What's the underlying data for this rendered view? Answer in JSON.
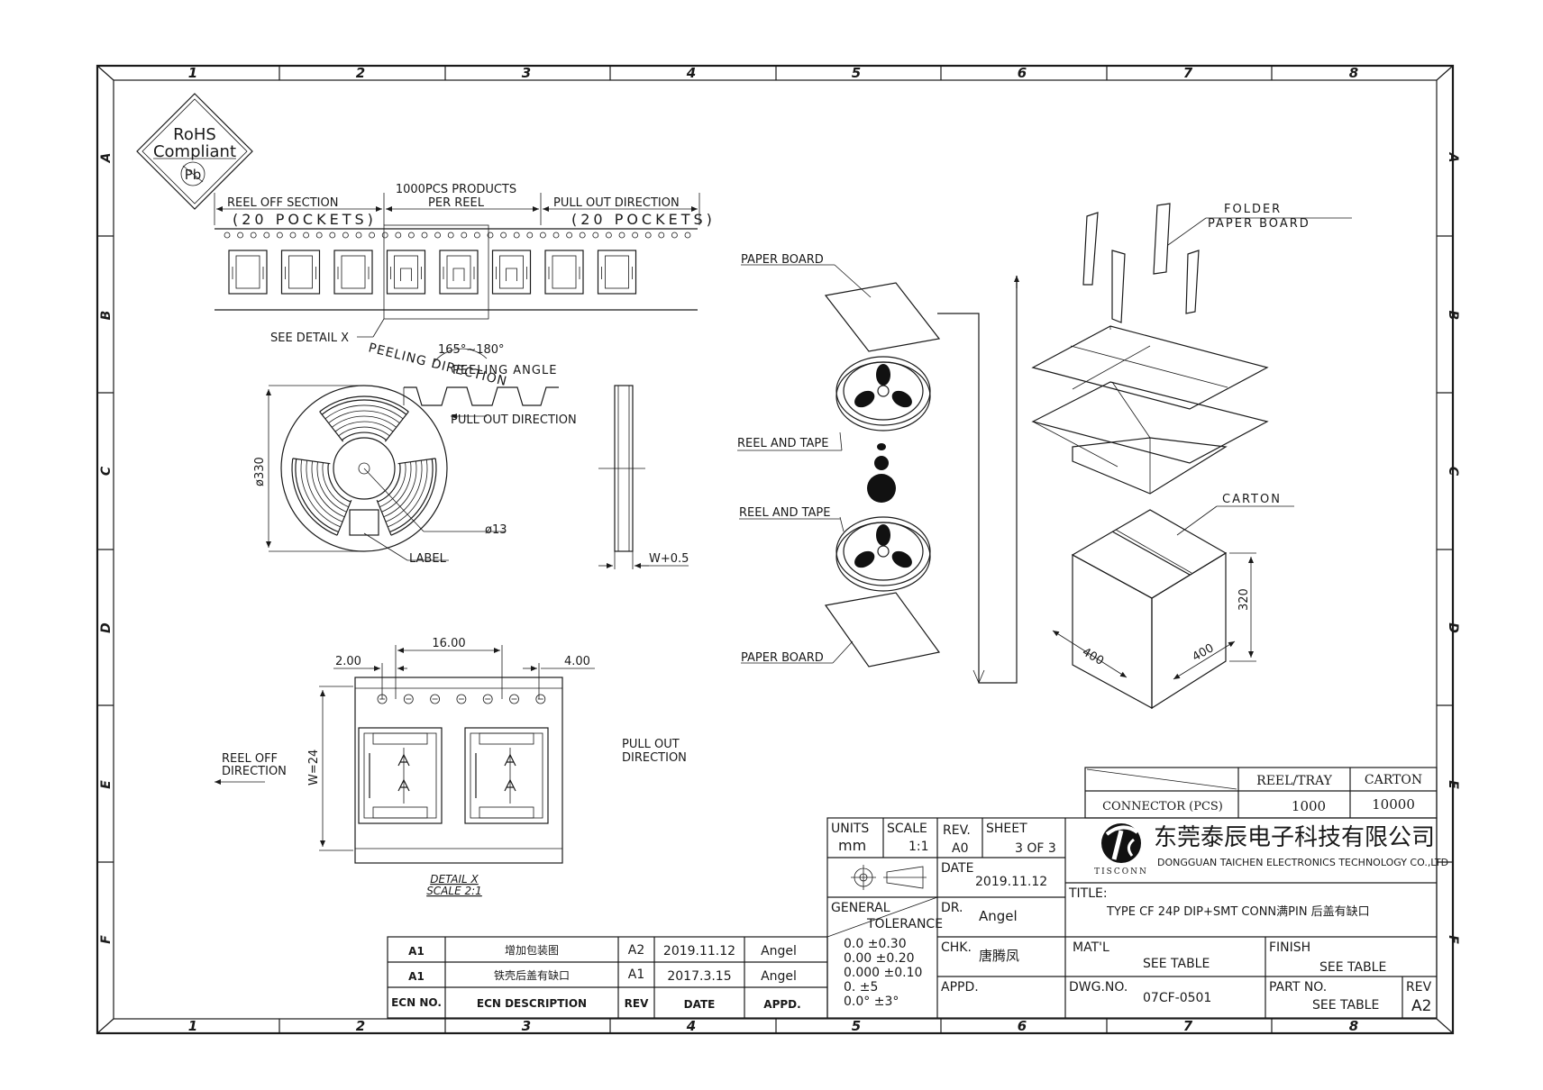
{
  "border": {
    "columns": [
      "1",
      "2",
      "3",
      "4",
      "5",
      "6",
      "7",
      "8"
    ],
    "rows": [
      "A",
      "B",
      "C",
      "D",
      "E",
      "F"
    ]
  },
  "rohs": {
    "line1": "RoHS",
    "line2": "Compliant",
    "pb": "Pb"
  },
  "tape_strip": {
    "reel_off_section": "REEL OFF SECTION",
    "pockets_left": "(20 POCKETS)",
    "products_line1": "1000PCS PRODUCTS",
    "products_line2": "PER REEL",
    "pull_out_direction": "PULL OUT DIRECTION",
    "pockets_right": "(20 POCKETS)",
    "see_detail": "SEE DETAIL X"
  },
  "reel_view": {
    "peeling_direction": "PEELING DIRECTION",
    "angle_range": "165°~180°",
    "peeling_angle": "PEELING ANGLE",
    "pull_out_direction": "PULL OUT DIRECTION",
    "diameter": "ø330",
    "hub": "ø13",
    "label": "LABEL",
    "width": "W+0.5"
  },
  "detail_x": {
    "dim_pitch": "16.00",
    "dim_hole": "2.00",
    "dim_offset": "4.00",
    "dim_width": "W=24",
    "reel_off_direction_1": "REEL OFF",
    "reel_off_direction_2": "DIRECTION",
    "pull_out_1": "PULL OUT",
    "pull_out_2": "DIRECTION",
    "title": "DETAIL X",
    "scale": "SCALE 2:1"
  },
  "packing": {
    "paper_board_top": "PAPER BOARD",
    "reel_and_tape_1": "REEL AND TAPE",
    "reel_and_tape_2": "REEL AND TAPE",
    "paper_board_bottom": "PAPER BOARD",
    "folder_1": "FOLDER",
    "folder_2": "PAPER BOARD",
    "carton": "CARTON",
    "dim_height": "320",
    "dim_length": "400",
    "dim_depth": "400"
  },
  "qty_table": {
    "col_reel": "REEL/TRAY",
    "col_carton": "CARTON",
    "row_label": "CONNECTOR (PCS)",
    "reel_qty": "1000",
    "carton_qty": "10000"
  },
  "title_block": {
    "units_label": "UNITS",
    "units_value": "mm",
    "scale_label": "SCALE",
    "scale_value": "1:1",
    "rev_label": "REV.",
    "rev_value": "A0",
    "sheet_label": "SHEET",
    "sheet_value": "3 OF 3",
    "date_label": "DATE",
    "date_value": "2019.11.12",
    "company_cn": "东莞泰辰电子科技有限公司",
    "company_en": "DONGGUAN TAICHEN ELECTRONICS TECHNOLOGY CO.,LTD",
    "logo_text": "TISCONN",
    "general_1": "GENERAL",
    "general_2": "TOLERANCE",
    "tol_1": "0.0 ±0.30",
    "tol_2": "0.00 ±0.20",
    "tol_3": "0.000 ±0.10",
    "tol_4": "0. ±5",
    "tol_5": "0.0° ±3°",
    "dr_label": "DR.",
    "dr_value": "Angel",
    "chk_label": "CHK.",
    "chk_value": "唐腾凤",
    "appd_label": "APPD.",
    "title_label": "TITLE:",
    "title_value": "TYPE CF 24P DIP+SMT CONN满PIN 后盖有缺口",
    "matl_label": "MAT'L",
    "matl_value": "SEE TABLE",
    "finish_label": "FINISH",
    "finish_value": "SEE TABLE",
    "dwg_label": "DWG.NO.",
    "dwg_value": "07CF-0501",
    "part_label": "PART NO.",
    "part_value": "SEE TABLE",
    "rev2_label": "REV",
    "rev2_value": "A2"
  },
  "revision_table": {
    "rows": [
      {
        "ecn": "A1",
        "desc": "增加包装图",
        "rev": "A2",
        "date": "2019.11.12",
        "appd": "Angel"
      },
      {
        "ecn": "A1",
        "desc": "铁壳后盖有缺口",
        "rev": "A1",
        "date": "2017.3.15",
        "appd": "Angel"
      }
    ],
    "headers": {
      "ecn": "ECN NO.",
      "desc": "ECN DESCRIPTION",
      "rev": "REV",
      "date": "DATE",
      "appd": "APPD."
    }
  }
}
